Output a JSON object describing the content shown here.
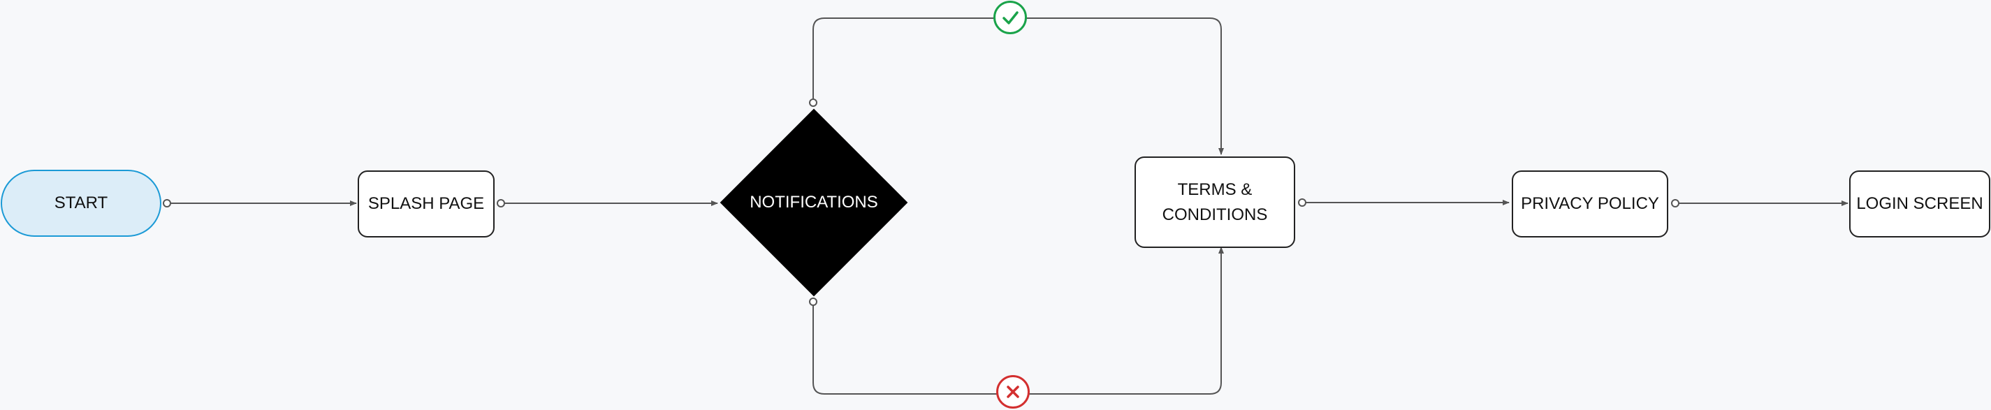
{
  "nodes": {
    "start": "START",
    "splash": "SPLASH PAGE",
    "decision": "NOTIFICATIONS",
    "terms_line1": "TERMS &",
    "terms_line2": "CONDITIONS",
    "privacy": "PRIVACY POLICY",
    "login": "LOGIN SCREEN"
  },
  "branches": {
    "yes_icon": "check-icon",
    "no_icon": "x-icon"
  },
  "colors": {
    "background": "#f7f8fa",
    "terminal_fill": "#dcedf8",
    "terminal_border": "#1b9ad6",
    "decision_fill": "#000000",
    "connector": "#555555",
    "yes": "#1aa34a",
    "no": "#d32f2f"
  }
}
